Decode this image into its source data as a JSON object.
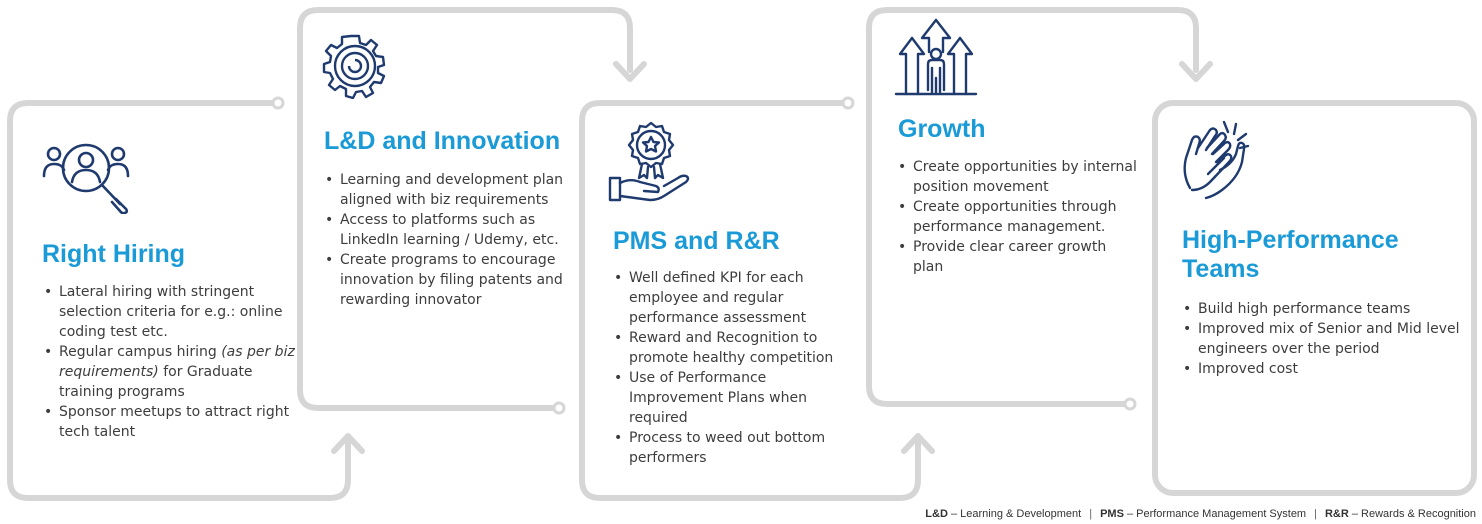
{
  "stages": [
    {
      "title": "Right Hiring",
      "icon": "search-people-icon",
      "bullets": [
        {
          "text": "Lateral hiring with stringent selection criteria for e.g.: online coding test etc."
        },
        {
          "pre": "Regular campus hiring ",
          "em": "(as per biz requirements)",
          "post": " for Graduate training programs"
        },
        {
          "text": "Sponsor meetups to attract right tech talent"
        }
      ]
    },
    {
      "title": "L&D and Innovation",
      "icon": "gear-target-icon",
      "bullets": [
        {
          "text": "Learning and development plan aligned with biz requirements"
        },
        {
          "text": "Access to platforms such as LinkedIn learning / Udemy, etc."
        },
        {
          "text": "Create programs to encourage innovation by filing patents and rewarding innovator"
        }
      ]
    },
    {
      "title": "PMS and R&R",
      "icon": "award-hand-icon",
      "bullets": [
        {
          "text": "Well defined KPI for each employee and regular performance assessment"
        },
        {
          "text": "Reward and Recognition to promote healthy competition"
        },
        {
          "text": "Use of Performance Improvement Plans when required"
        },
        {
          "text": "Process to weed out bottom performers"
        }
      ]
    },
    {
      "title": "Growth",
      "icon": "growth-person-arrows-icon",
      "bullets": [
        {
          "text": "Create opportunities by internal position movement"
        },
        {
          "text": "Create opportunities through performance management."
        },
        {
          "text": "Provide clear career growth plan"
        }
      ]
    },
    {
      "title": "High-Performance Teams",
      "icon": "clapping-hands-icon",
      "bullets": [
        {
          "text": "Build high performance teams"
        },
        {
          "text": "Improved mix of Senior and Mid level engineers over the period"
        },
        {
          "text": "Improved cost"
        }
      ]
    }
  ],
  "footer": {
    "items": [
      {
        "abbr": "L&D",
        "desc": " – Learning & Development"
      },
      {
        "abbr": "PMS",
        "desc": " – Performance Management System"
      },
      {
        "abbr": "R&R",
        "desc": " – Rewards & Recognition"
      }
    ],
    "separator": "|"
  },
  "colors": {
    "accent": "#1a9ad6",
    "border": "#d6d6d6",
    "icon": "#1f3a6e",
    "text": "#3d3d3d"
  }
}
